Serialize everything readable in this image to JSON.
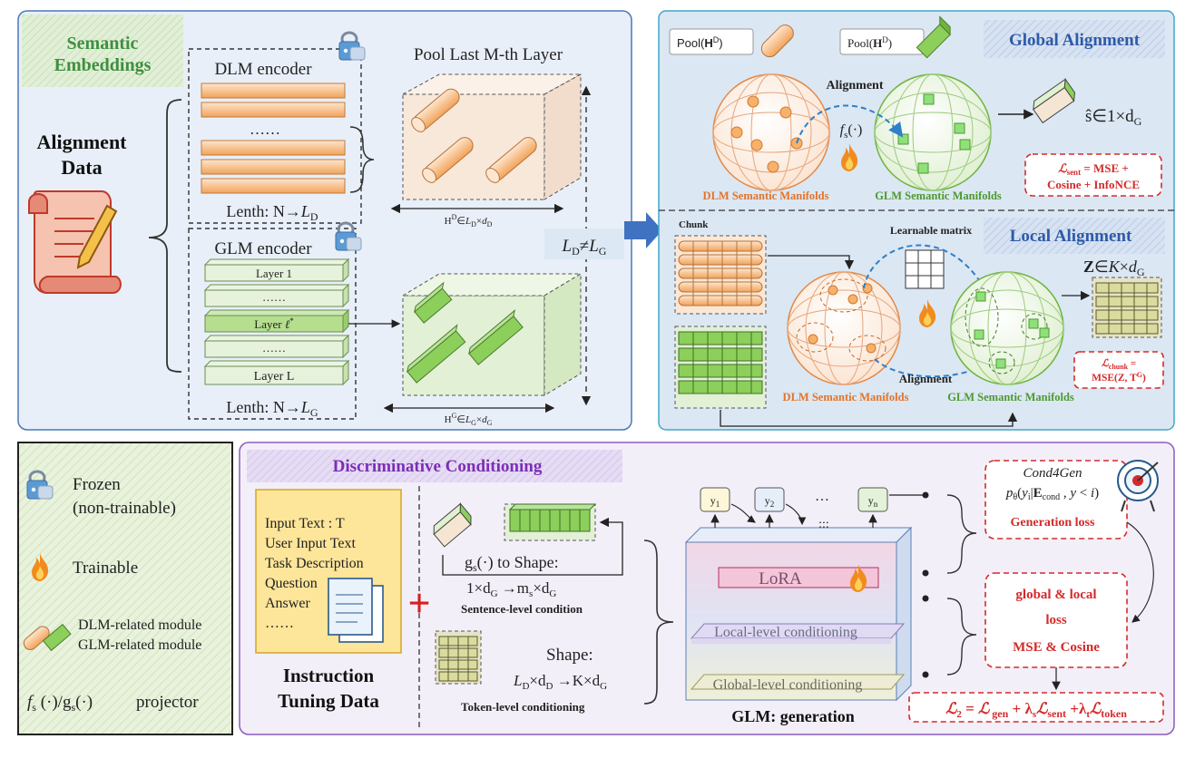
{
  "semantic": {
    "title": "Semantic Embeddings",
    "alignment_data": "Alignment Data",
    "dlm_encoder": "DLM encoder",
    "dots": "……",
    "dlm_length": "Lenth: N→L_D",
    "glm_encoder": "GLM encoder",
    "layers": [
      "Layer 1",
      "……",
      "Layer ℓ*",
      "……",
      "Layer L"
    ],
    "glm_length": "Lenth: N→L_G",
    "pool_title": "Pool Last M-th Layer",
    "hd_dim": "H^D∈L_D×d_D",
    "hg_dim": "H^G∈L_G×d_G",
    "ld_ne_lg": "L_D≠L_G"
  },
  "global": {
    "title": "Global Alignment",
    "pool_d": "Pool(H^D)",
    "pool_g": "Pool(H^D)",
    "alignment": "Alignment",
    "fs": "f_s(·)",
    "dlm_manifold": "DLM Semantic Manifolds",
    "glm_manifold": "GLM Semantic Manifolds",
    "s_hat": "ŝ∈1×d_G",
    "loss_line1": "ℒ_sent = MSE +",
    "loss_line2": "Cosine + InfoNCE"
  },
  "local": {
    "title": "Local Alignment",
    "chunk": "Chunk",
    "learnable": "Learnable matrix",
    "z": "Z∈K×d_G",
    "alignment": "Alignment",
    "dlm_manifold": "DLM Semantic Manifolds",
    "glm_manifold": "GLM Semantic Manifolds",
    "loss_line1": "ℒ_chunk =",
    "loss_line2": "MSE(Z, T^G)"
  },
  "legend": {
    "frozen": "Frozen",
    "frozen2": "(non-trainable)",
    "trainable": "Trainable",
    "dlm_module": "DLM-related module",
    "glm_module": "GLM-related module",
    "projector_sym": "f_s(·)/g_s(·)",
    "projector": "projector"
  },
  "conditioning": {
    "title": "Discriminative Conditioning",
    "input_lines": [
      "Input Text : T",
      "User Input Text",
      "Task Description",
      "Question",
      "Answer",
      "……"
    ],
    "instruction1": "Instruction",
    "instruction2": "Tuning Data",
    "gs_shape": "g_s(·) to Shape:",
    "gs_dims": "1×d_G →m_s×d_G",
    "sentence_level": "Sentence-level condition",
    "shape": "Shape:",
    "shape_dims": "L_D×d_D →K×d_G",
    "token_level": "Token-level conditioning",
    "tokens": [
      "y1",
      "y2",
      "…",
      "yn"
    ],
    "more": ":::",
    "lora": "LoRA",
    "local_level": "Local-level conditioning",
    "global_level": "Global-level conditioning",
    "glm_generation": "GLM: generation",
    "cond4gen": "Cond4Gen",
    "cond_formula": "pθ(yi|E_cond, y < i)",
    "gen_loss": "Generation loss",
    "gl_loss1": "global & local",
    "gl_loss2": "loss",
    "gl_loss3": "MSE & Cosine",
    "total_loss": "ℒ2 = ℒ gen + λs ℒsent + λt ℒtoken"
  },
  "colors": {
    "panel_blue": "#e8eff8",
    "panel_purple": "#f3eff9",
    "title_green": "#3f8f3f",
    "title_blue": "#2e5aa8",
    "title_purple": "#7a2fb5",
    "loss_red": "#d42a2a",
    "dlm_orange": "#f2a35a",
    "glm_green": "#8ccf5a"
  }
}
